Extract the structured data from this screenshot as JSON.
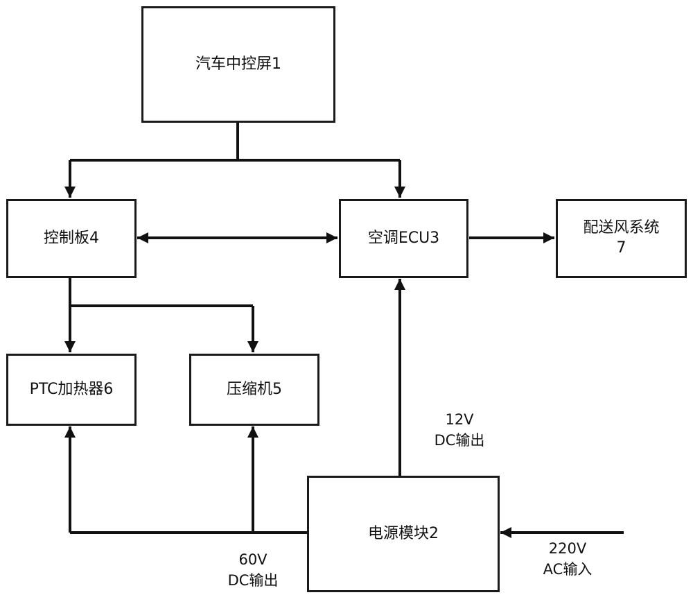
{
  "diagram": {
    "type": "block-diagram",
    "nodes": {
      "central_screen": {
        "label": "汽车中控屏1"
      },
      "power_module": {
        "label": "电源模块2"
      },
      "ac_ecu": {
        "label": "空调ECU3"
      },
      "control_board": {
        "label": "控制板4"
      },
      "compressor": {
        "label": "压缩机5"
      },
      "ptc_heater": {
        "label": "PTC加热器6"
      },
      "air_distribution": {
        "label_line1": "配送风系统",
        "label_line2": "7"
      }
    },
    "edge_labels": {
      "dc12": {
        "line1": "12V",
        "line2": "DC输出"
      },
      "dc60": {
        "line1": "60V",
        "line2": "DC输出"
      },
      "ac220": {
        "line1": "220V",
        "line2": "AC输入"
      }
    },
    "edges": [
      {
        "from": "central_screen",
        "to": "control_board",
        "arrow": "forward"
      },
      {
        "from": "central_screen",
        "to": "ac_ecu",
        "arrow": "forward"
      },
      {
        "from": "control_board",
        "to": "ac_ecu",
        "arrow": "bidirectional"
      },
      {
        "from": "ac_ecu",
        "to": "air_distribution",
        "arrow": "forward"
      },
      {
        "from": "control_board",
        "to": "ptc_heater",
        "arrow": "forward"
      },
      {
        "from": "control_board",
        "to": "compressor",
        "arrow": "forward"
      },
      {
        "from": "power_module",
        "to": "ac_ecu",
        "arrow": "forward",
        "label": "12V DC输出"
      },
      {
        "from": "power_module",
        "to": "ptc_heater",
        "arrow": "forward",
        "label": "60V DC输出"
      },
      {
        "from": "power_module",
        "to": "compressor",
        "arrow": "forward",
        "label": "60V DC输出"
      },
      {
        "from": "external",
        "to": "power_module",
        "arrow": "forward",
        "label": "220V AC输入"
      }
    ]
  }
}
